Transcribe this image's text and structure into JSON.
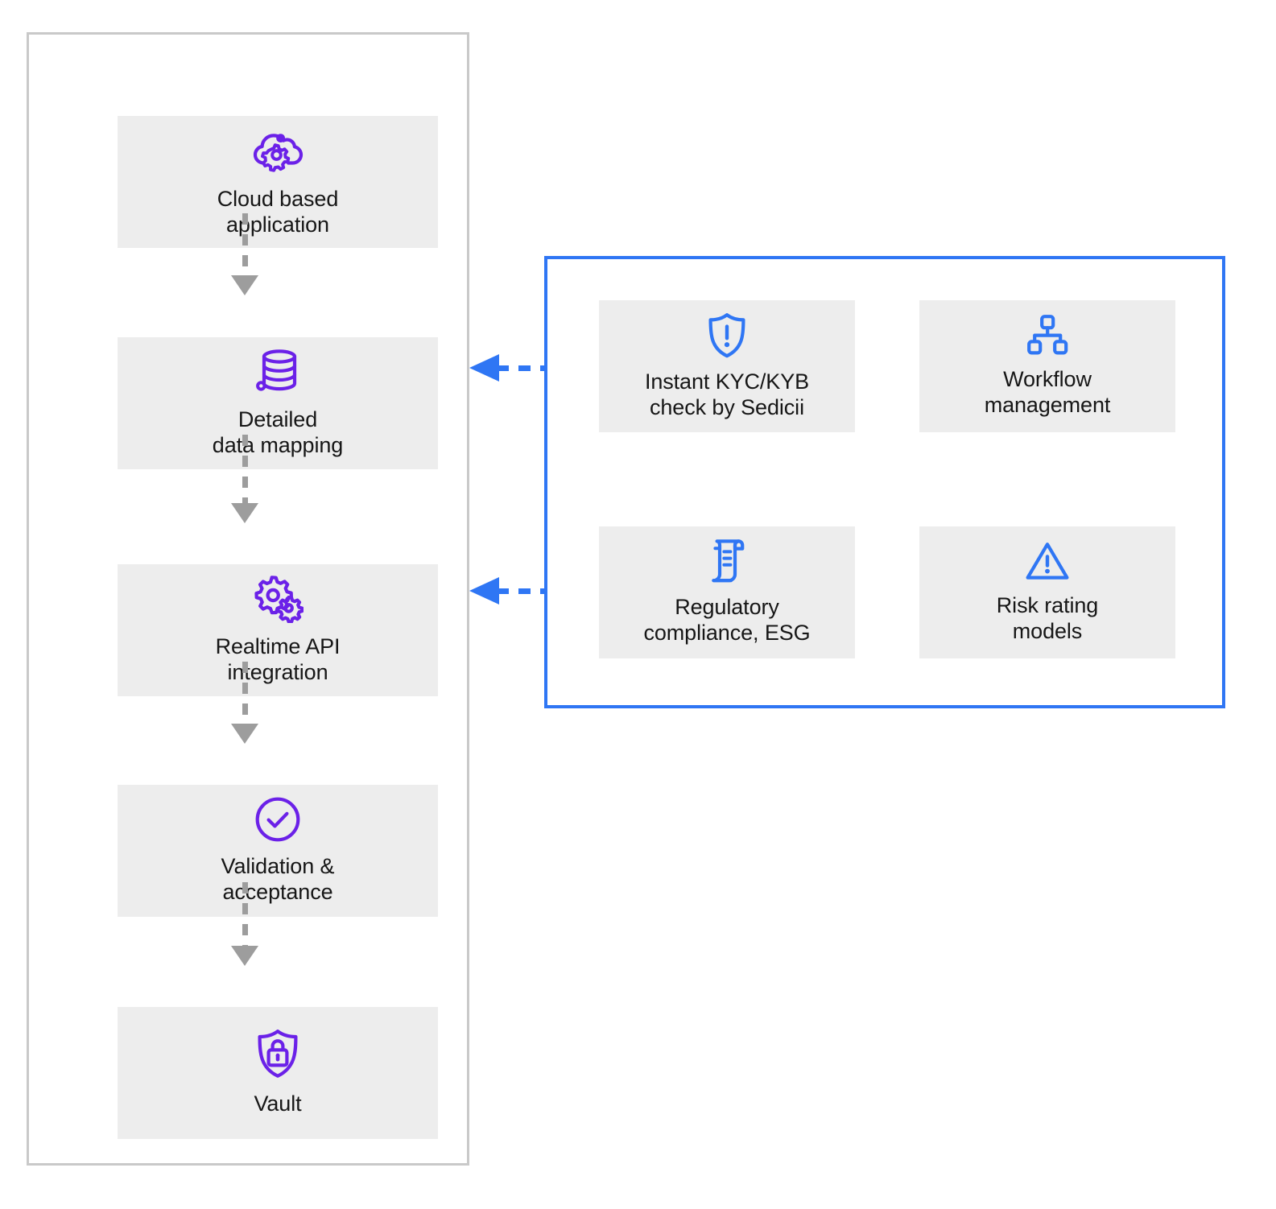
{
  "diagram": {
    "title_hidden": "",
    "colors": {
      "process_accent": "#6b21e8",
      "service_accent": "#2f76f4",
      "card_background": "#ededed",
      "process_border": "#c9c9c9",
      "connector_grey": "#9d9d9d",
      "text": "#161616"
    }
  },
  "process_container": {
    "name": "process-flow-container",
    "steps": [
      {
        "id": "cloud-based-application",
        "label": "Cloud based\napplication",
        "icon": "cloud-gear-icon"
      },
      {
        "id": "detailed-data-mapping",
        "label": "Detailed\ndata mapping",
        "icon": "database-icon"
      },
      {
        "id": "realtime-api-integration",
        "label": "Realtime API\nintegration",
        "icon": "gears-icon"
      },
      {
        "id": "validation-acceptance",
        "label": "Validation &\nacceptance",
        "icon": "check-circle-icon"
      },
      {
        "id": "vault",
        "label": "Vault",
        "icon": "shield-lock-icon"
      }
    ],
    "connectors": [
      {
        "id": "connector-1",
        "from": "cloud-based-application",
        "to": "detailed-data-mapping",
        "style": "dashed-arrow-down"
      },
      {
        "id": "connector-2",
        "from": "detailed-data-mapping",
        "to": "realtime-api-integration",
        "style": "dashed-arrow-down"
      },
      {
        "id": "connector-3",
        "from": "realtime-api-integration",
        "to": "validation-acceptance",
        "style": "dashed-arrow-down"
      },
      {
        "id": "connector-4",
        "from": "validation-acceptance",
        "to": "vault",
        "style": "dashed-arrow-down"
      }
    ]
  },
  "services_panel": {
    "name": "services-panel",
    "cards": [
      {
        "id": "instant-kyc-kyb-check",
        "label": "Instant KYC/KYB\ncheck by Sedicii",
        "icon": "shield-exclamation-icon"
      },
      {
        "id": "workflow-management",
        "label": "Workflow\nmanagement",
        "icon": "hierarchy-icon"
      },
      {
        "id": "regulatory-compliance-esg",
        "label": "Regulatory\ncompliance, ESG",
        "icon": "scroll-document-icon"
      },
      {
        "id": "risk-rating-models",
        "label": "Risk rating\nmodels",
        "icon": "warning-triangle-icon"
      }
    ],
    "connectors": [
      {
        "id": "service-connector-1",
        "to": "detailed-data-mapping",
        "style": "dashed-arrow-left"
      },
      {
        "id": "service-connector-2",
        "to": "realtime-api-integration",
        "style": "dashed-arrow-left"
      }
    ]
  }
}
